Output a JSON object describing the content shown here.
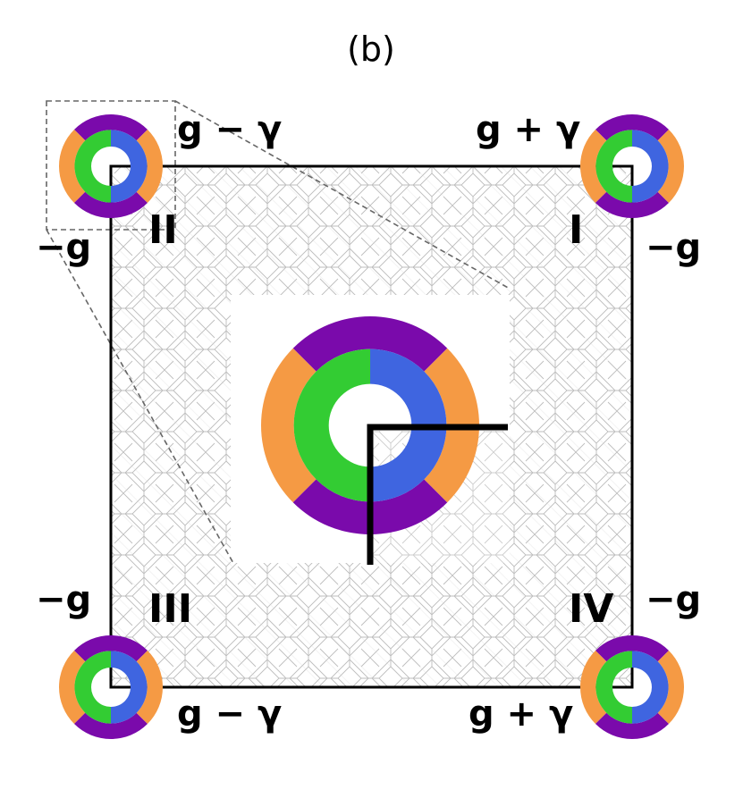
{
  "panel_label": "(b)",
  "colors": {
    "purple": "#7a0aab",
    "orange": "#f59a44",
    "green": "#33cc33",
    "blue": "#3f65e0",
    "tiling": "#bdbdbd",
    "frame": "#000000"
  },
  "corners": [
    {
      "quadrant": "I",
      "label_a": "g + γ",
      "label_b": "−g"
    },
    {
      "quadrant": "II",
      "label_a": "g − γ",
      "label_b": "−g"
    },
    {
      "quadrant": "III",
      "label_a": "g − γ",
      "label_b": "−g"
    },
    {
      "quadrant": "IV",
      "label_a": "g + γ",
      "label_b": "−g"
    }
  ]
}
